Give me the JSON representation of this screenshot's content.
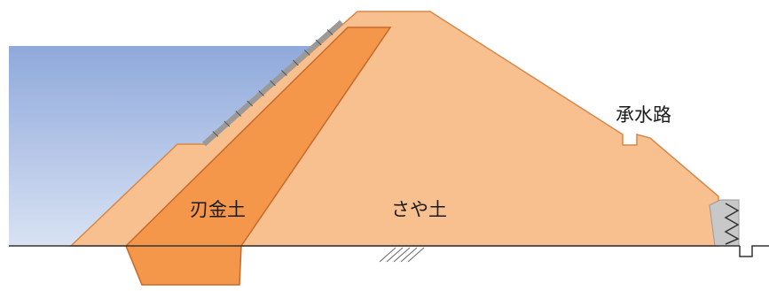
{
  "labels": {
    "core": "刃金土",
    "shell": "さや土",
    "drain": "承水路"
  },
  "colors": {
    "water_top": "#8fa9db",
    "water_bottom": "#d8e2f3",
    "shell_fill": "#f8c08e",
    "shell_stroke": "#d8874a",
    "core_fill": "#f4974a",
    "core_stroke": "#c8692a",
    "riprap": "#9a9a9a",
    "toe_fill": "#c8c8c8",
    "ground": "#333333"
  }
}
